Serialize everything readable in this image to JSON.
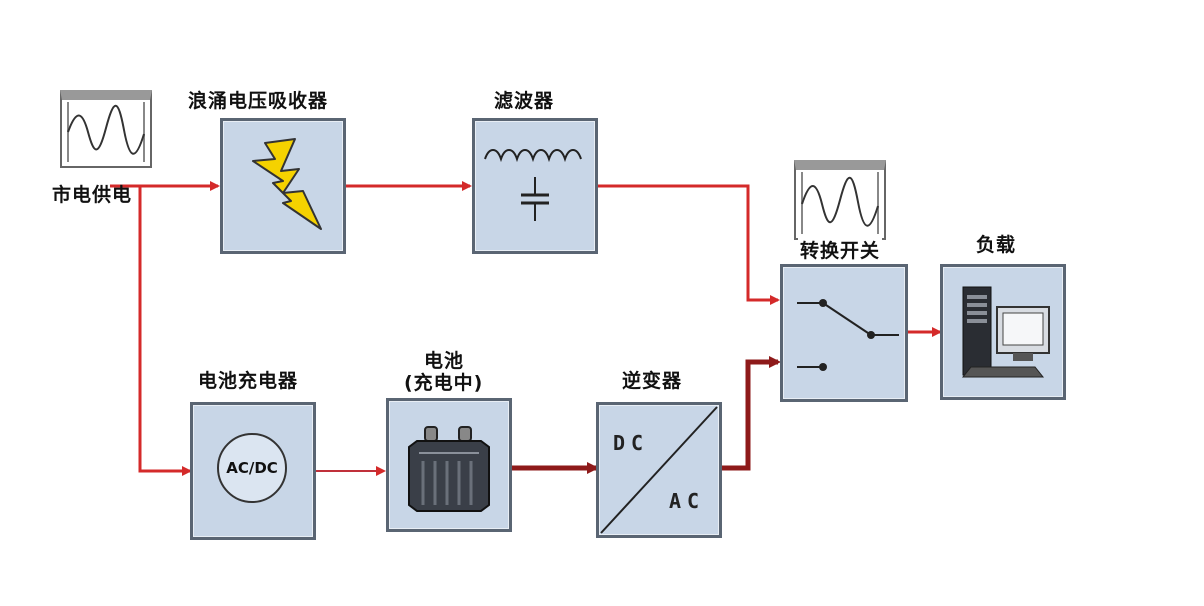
{
  "labels": {
    "mains": "市电供电",
    "surge": "浪涌电压吸收器",
    "filter": "滤波器",
    "charger": "电池充电器",
    "battery_line1": "电池",
    "battery_line2": "(充电中)",
    "inverter": "逆变器",
    "switch": "转换开关",
    "load": "负载"
  },
  "block_text": {
    "charger_acdc": "AC/DC",
    "inverter_dc": "DC",
    "inverter_ac": "AC"
  },
  "icons": {
    "surge": "lightning-bolt-icon",
    "filter": "inductor-capacitor-icon",
    "battery": "battery-icon",
    "switch": "switch-contact-icon",
    "load": "computer-icon",
    "waveform": "sine-waveform-icon"
  },
  "colors": {
    "primary_flow": "#d42a2a",
    "battery_flow": "#8e1a1a",
    "block_fill": "#c8d6e7",
    "block_border": "#5a6573"
  }
}
